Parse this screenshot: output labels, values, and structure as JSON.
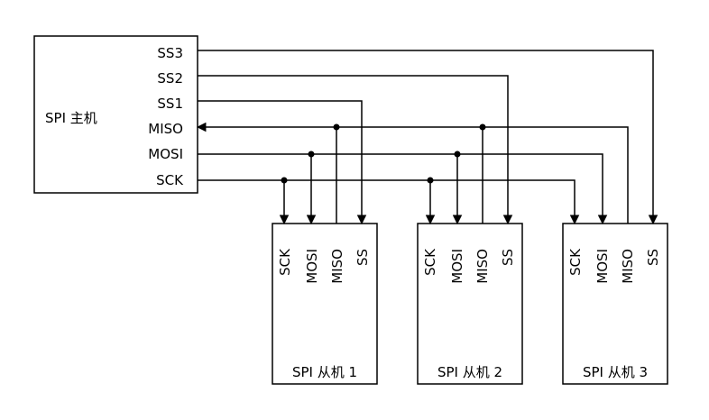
{
  "master": {
    "label": "SPI 主机",
    "pins": [
      "SS3",
      "SS2",
      "SS1",
      "MISO",
      "MOSI",
      "SCK"
    ]
  },
  "slaves": [
    {
      "label": "SPI 从机 1",
      "pins": [
        "SCK",
        "MOSI",
        "MISO",
        "SS"
      ]
    },
    {
      "label": "SPI 从机 2",
      "pins": [
        "SCK",
        "MOSI",
        "MISO",
        "SS"
      ]
    },
    {
      "label": "SPI 从机 3",
      "pins": [
        "SCK",
        "MOSI",
        "MISO",
        "SS"
      ]
    }
  ]
}
